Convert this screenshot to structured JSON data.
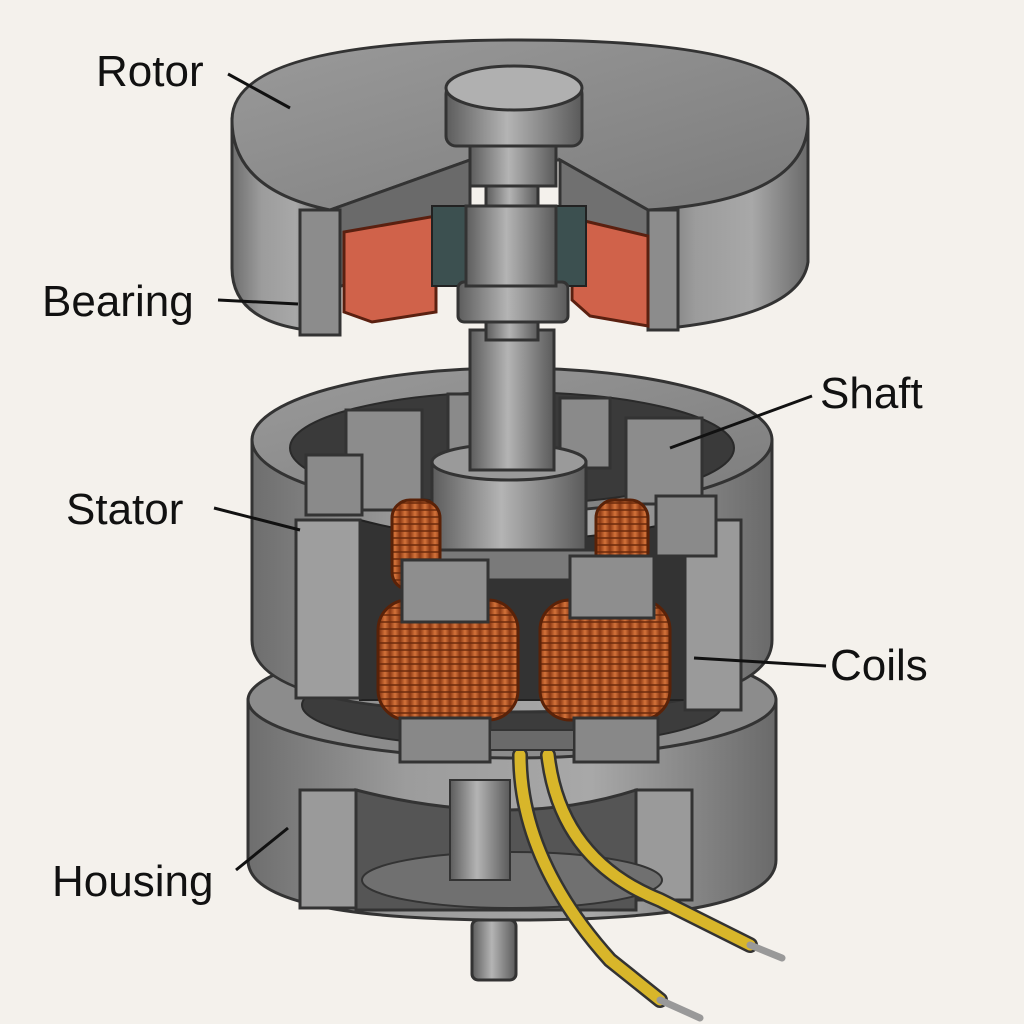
{
  "labels": {
    "rotor": "Rotor",
    "bearing": "Bearing",
    "shaft": "Shaft",
    "stator": "Stator",
    "coils": "Coils",
    "housing": "Housing"
  },
  "colors": {
    "background": "#f4f1ec",
    "steel": "#8a8a8a",
    "steel_dark": "#4a4a4a",
    "magnet": "#d0624a",
    "copper": "#c0602c",
    "wire": "#d8b62a"
  }
}
